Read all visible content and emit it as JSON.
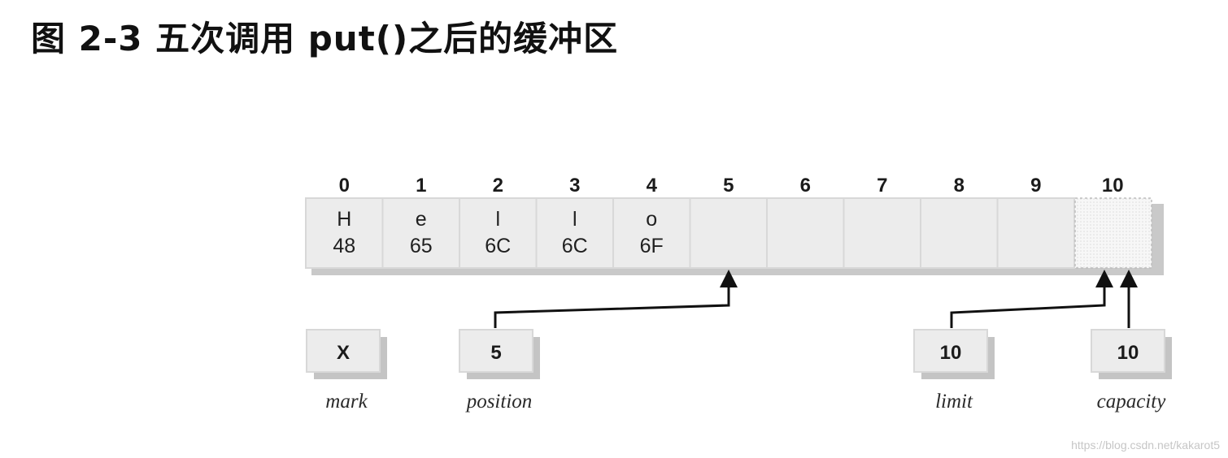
{
  "caption": "图 2-3 五次调用 put()之后的缓冲区",
  "watermark": "https://blog.csdn.net/kakarot5",
  "buffer": {
    "indices": [
      "0",
      "1",
      "2",
      "3",
      "4",
      "5",
      "6",
      "7",
      "8",
      "9",
      "10"
    ],
    "cells": [
      {
        "char": "H",
        "hex": "48"
      },
      {
        "char": "e",
        "hex": "65"
      },
      {
        "char": "l",
        "hex": "6C"
      },
      {
        "char": "l",
        "hex": "6C"
      },
      {
        "char": "o",
        "hex": "6F"
      },
      {
        "char": "",
        "hex": ""
      },
      {
        "char": "",
        "hex": ""
      },
      {
        "char": "",
        "hex": ""
      },
      {
        "char": "",
        "hex": ""
      },
      {
        "char": "",
        "hex": ""
      }
    ]
  },
  "markers": [
    {
      "id": "mark",
      "value": "X",
      "label": "mark"
    },
    {
      "id": "position",
      "value": "5",
      "label": "position"
    },
    {
      "id": "limit",
      "value": "10",
      "label": "limit"
    },
    {
      "id": "capacity",
      "value": "10",
      "label": "capacity"
    }
  ],
  "colors": {
    "cell_fill": "#ececec",
    "cell_border": "#d8d8d8",
    "shadow": "#c4c4c4",
    "arrow": "#111111",
    "phantom_cell": "#f4f4f4"
  }
}
